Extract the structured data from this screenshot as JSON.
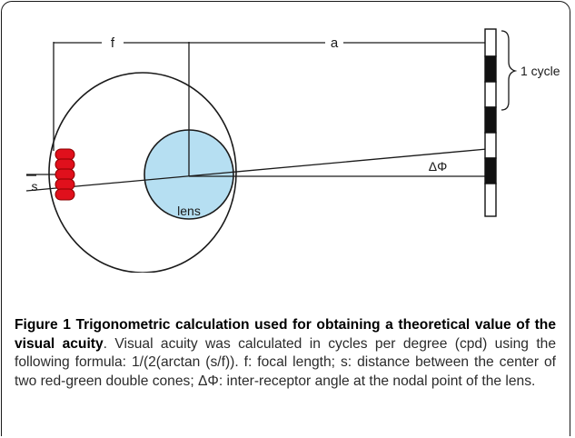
{
  "diagram": {
    "labels": {
      "focal": "f",
      "distance": "a",
      "cycle": "1 cycle",
      "delta_phi": "ΔΦ",
      "s": "s",
      "lens": "lens"
    },
    "colors": {
      "lens_fill": "#b6dff2",
      "cone_fill": "#e0101c",
      "cone_stroke": "#8a0000",
      "line": "#1a1a1a",
      "grating_black": "#111111",
      "grating_white": "#ffffff"
    }
  },
  "caption": {
    "title": "Figure 1 Trigonometric calculation used for obtaining a theoretical value of the visual acuity",
    "body": ". Visual acuity was calculated in cycles per degree (cpd) using the following formula: 1/(2(arctan (s/f)). f: focal length; s: distance between the center of two red-green double cones; ΔΦ: inter-receptor angle at the nodal point of the lens."
  }
}
